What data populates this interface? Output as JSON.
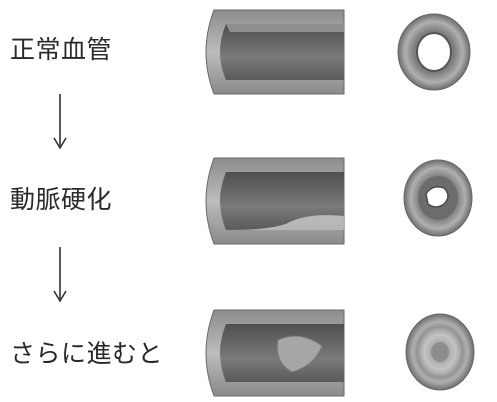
{
  "stages": [
    {
      "label": "正常血管",
      "lumen": "open"
    },
    {
      "label": "動脈硬化",
      "lumen": "narrowed"
    },
    {
      "label": "さらに進むと",
      "lumen": "blocked"
    }
  ],
  "arrows": [
    "down-arrow",
    "down-arrow"
  ],
  "colors": {
    "wall": "#9a9a9a",
    "wall_dark": "#5e5e5e",
    "lumen": "#6f6f6f",
    "plaque": "#bdbdbd",
    "text": "#2a2a2a"
  }
}
